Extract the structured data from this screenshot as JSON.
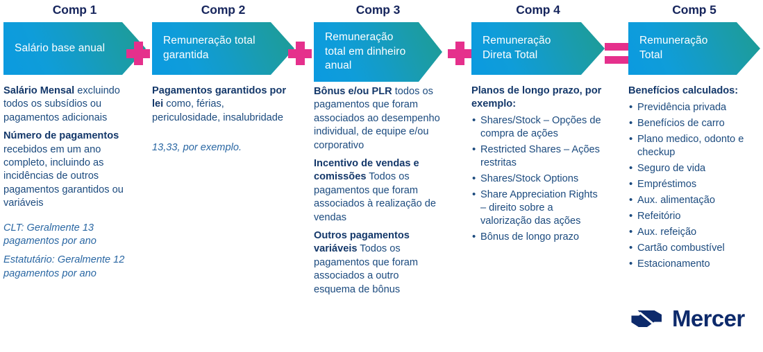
{
  "colors": {
    "accent_pink": "#e5308c",
    "arrow_gradient_from": "#0b9ae0",
    "arrow_gradient_to": "#1d9b92",
    "heading_navy": "#16255c",
    "body_blue": "#1b4a7e",
    "logo_navy": "#0d2a6b"
  },
  "columns": [
    {
      "title": "Comp 1",
      "arrow_label": "Salário base anual",
      "paragraphs": [
        {
          "bold": "Salário Mensal",
          "rest": " excluindo todos os subsídios ou pagamentos adicionais"
        },
        {
          "bold": "Número de pagamentos",
          "rest": " recebidos em um ano completo, incluindo as incidências de outros pagamentos garantidos ou variáveis"
        }
      ],
      "notes": [
        "CLT: Geralmente 13 pagamentos por ano",
        "Estatutário: Geralmente 12 pagamentos por ano"
      ],
      "list_head": "",
      "bullets": []
    },
    {
      "title": "Comp 2",
      "arrow_label": "Remuneração total garantida",
      "paragraphs": [
        {
          "bold": "Pagamentos garantidos por lei",
          "rest": " como, férias, periculosidade, insalubridade"
        }
      ],
      "notes": [
        "13,33, por exemplo."
      ],
      "list_head": "",
      "bullets": []
    },
    {
      "title": "Comp 3",
      "arrow_label": "Remuneração total em dinheiro anual",
      "paragraphs": [
        {
          "bold": "Bônus e/ou PLR",
          "rest": " todos os pagamentos que foram associados ao desempenho individual, de equipe e/ou corporativo"
        },
        {
          "bold": "Incentivo de vendas e comissões",
          "rest": " Todos os pagamentos que foram associados à realização de vendas"
        },
        {
          "bold": "Outros pagamentos variáveis",
          "rest": " Todos os pagamentos que foram associados a outro esquema de bônus"
        }
      ],
      "notes": [],
      "list_head": "",
      "bullets": []
    },
    {
      "title": "Comp 4",
      "arrow_label": "Remuneração Direta Total",
      "paragraphs": [],
      "notes": [],
      "list_head": "Planos de longo prazo, por exemplo:",
      "bullets": [
        "Shares/Stock – Opções de compra de ações",
        "Restricted Shares – Ações restritas",
        "Shares/Stock Options",
        "Share Appreciation Rights – direito sobre a valorização das ações",
        "Bônus de longo prazo"
      ]
    },
    {
      "title": "Comp 5",
      "arrow_label": "Remuneração Total",
      "paragraphs": [],
      "notes": [],
      "list_head": "Benefícios calculados:",
      "bullets": [
        "Previdência privada",
        "Benefícios de carro",
        "Plano medico, odonto e checkup",
        "Seguro de vida",
        "Empréstimos",
        "Aux. alimentação",
        "Refeitório",
        "Aux. refeição",
        "Cartão combustível",
        "Estacionamento"
      ]
    }
  ],
  "operators": [
    {
      "symbol": "plus",
      "label": "+"
    },
    {
      "symbol": "plus",
      "label": "+"
    },
    {
      "symbol": "plus",
      "label": "+"
    },
    {
      "symbol": "equals",
      "label": "="
    }
  ],
  "logo": {
    "wordmark": "Mercer",
    "mark_name": "mercer-infinity-mark"
  }
}
